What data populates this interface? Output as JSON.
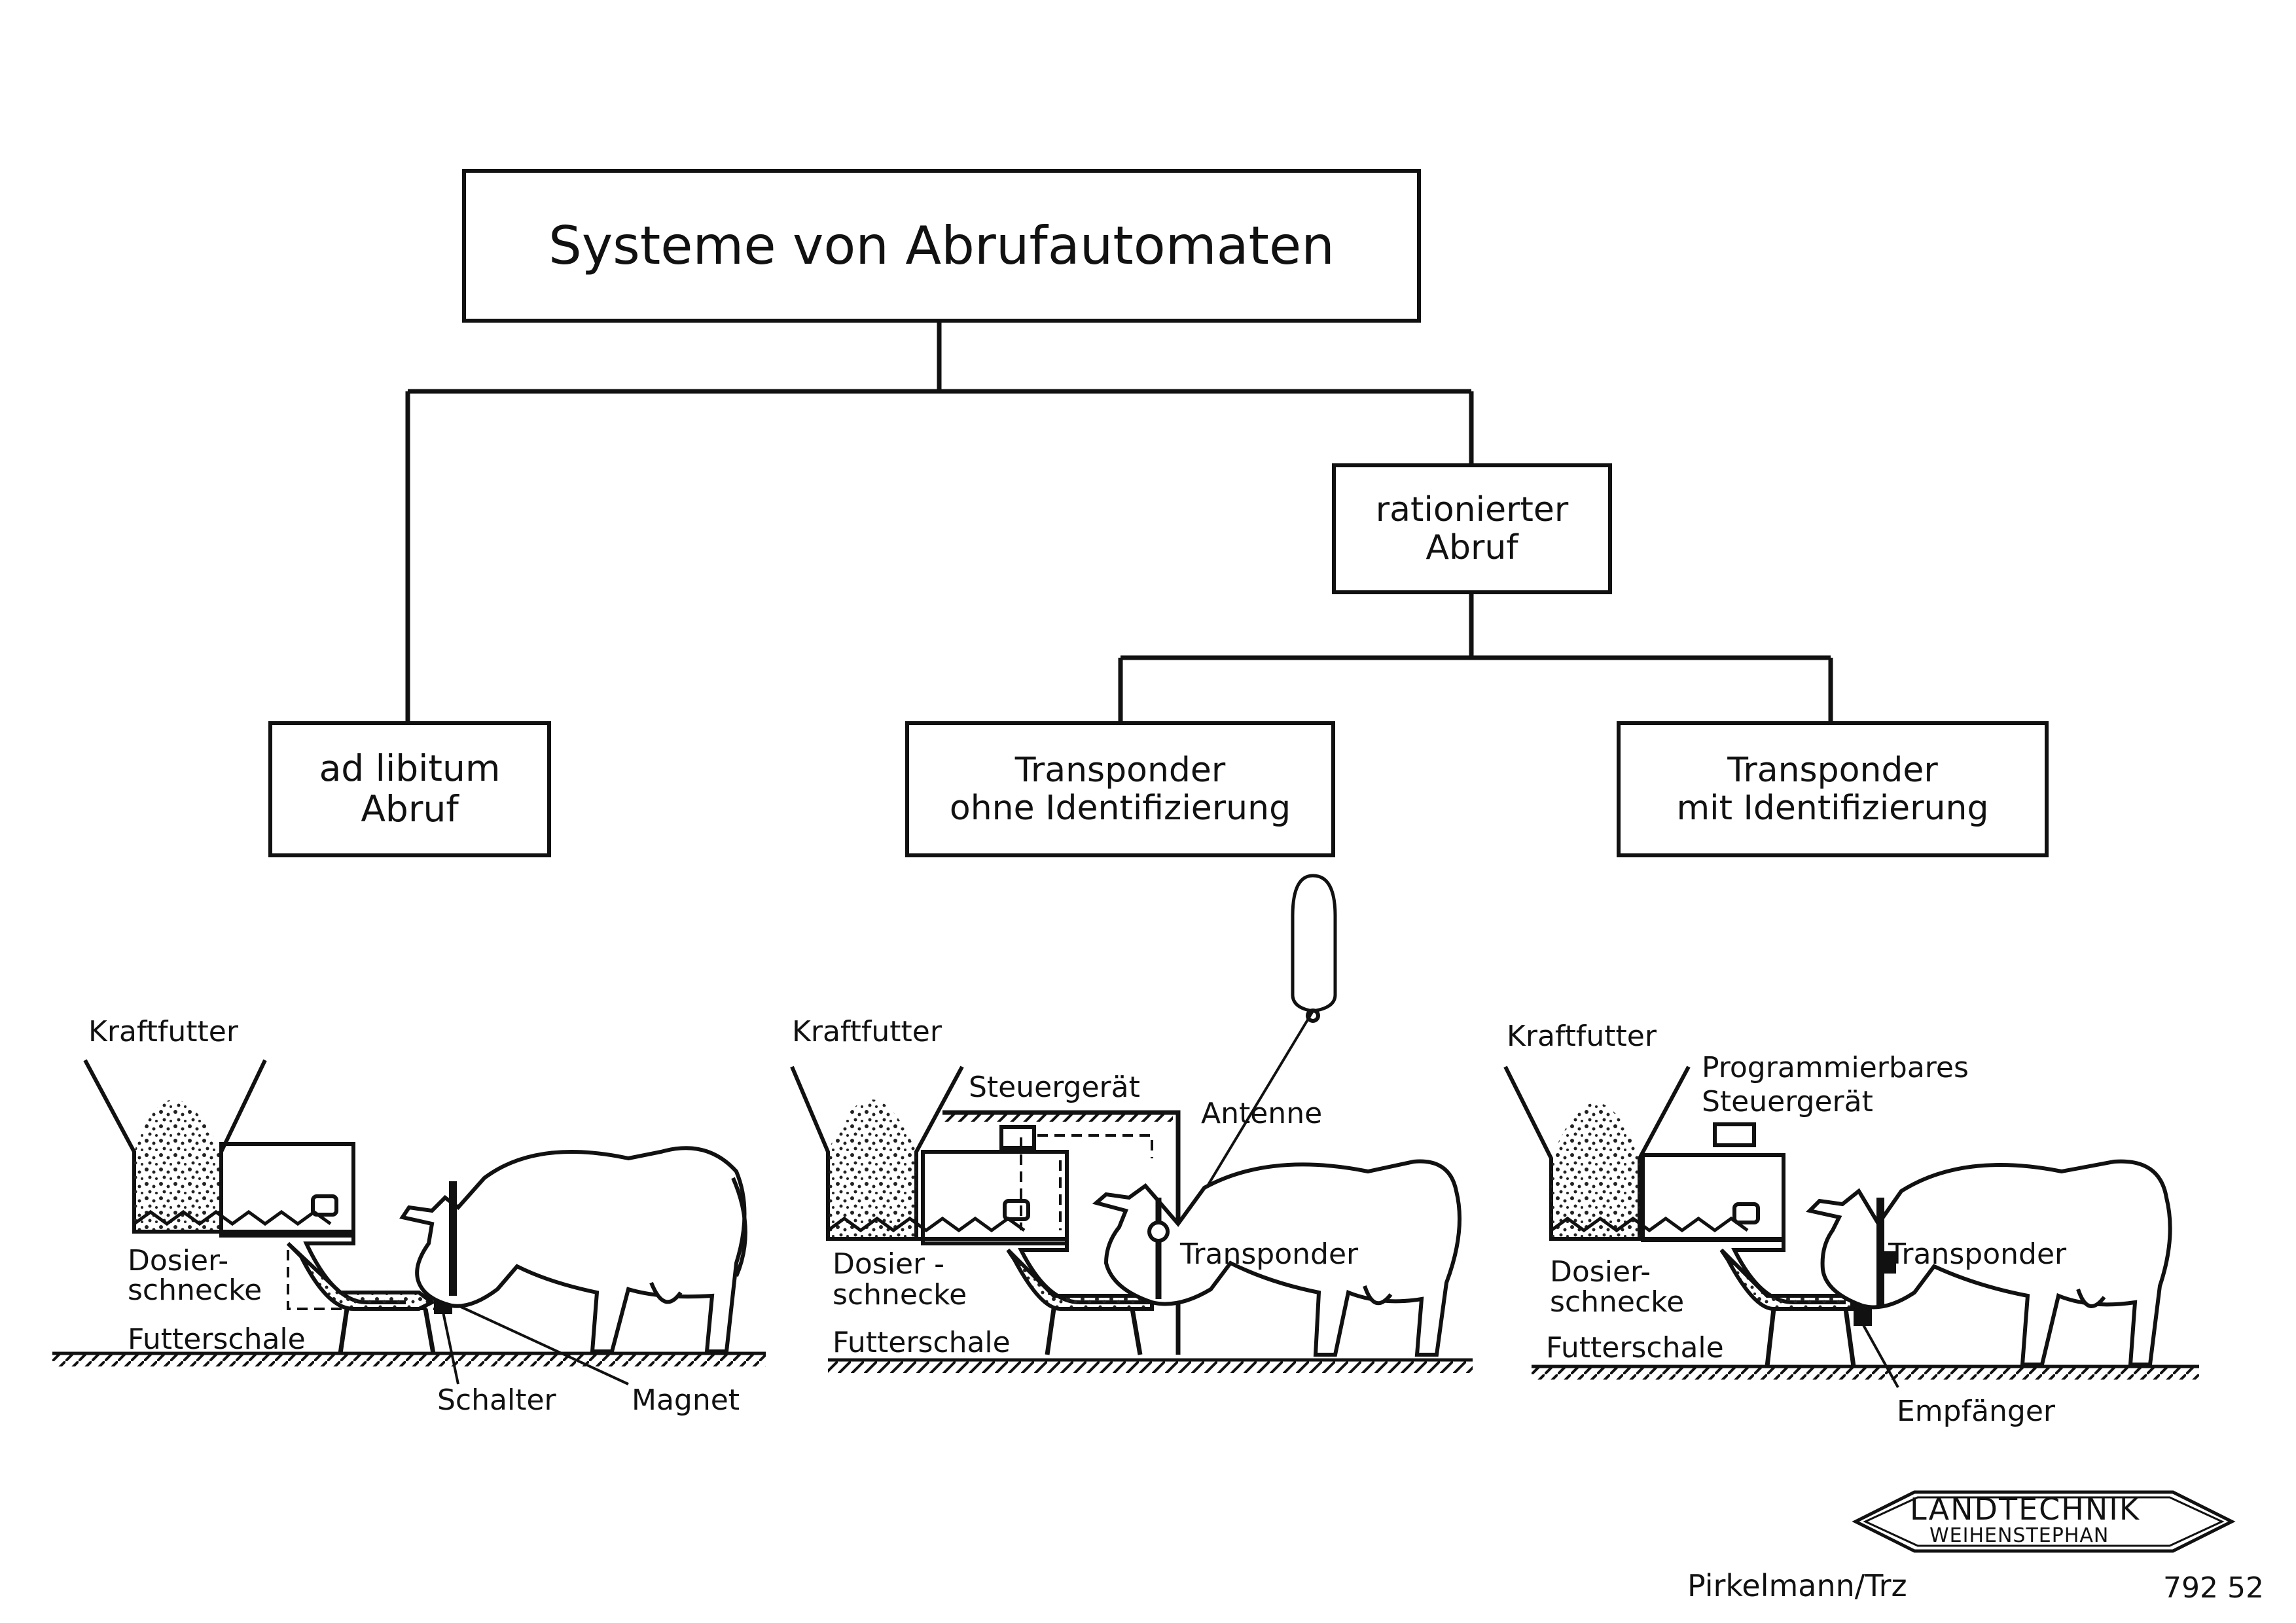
{
  "title": "Systeme von Abrufautomaten",
  "nodes": {
    "rationiert": [
      "rationierter",
      "Abruf"
    ],
    "adlib": [
      "ad libitum",
      "Abruf"
    ],
    "ohne": [
      "Transponder",
      "ohne Identifizierung"
    ],
    "mit": [
      "Transponder",
      "mit Identifizierung"
    ]
  },
  "panels": {
    "left": {
      "kraftfutter": "Kraftfutter",
      "dosier1": "Dosier-",
      "dosier2": "schnecke",
      "futterschale": "Futterschale",
      "schalter": "Schalter",
      "magnet": "Magnet"
    },
    "middle": {
      "kraftfutter": "Kraftfutter",
      "steuergeraet": "Steuergerät",
      "antenne": "Antenne",
      "transponder": "Transponder",
      "dosier1": "Dosier -",
      "dosier2": "schnecke",
      "futterschale": "Futterschale"
    },
    "right": {
      "kraftfutter": "Kraftfutter",
      "prog1": "Programmierbares",
      "prog2": "Steuergerät",
      "transponder": "Transponder",
      "dosier1": "Dosier-",
      "dosier2": "schnecke",
      "futterschale": "Futterschale",
      "empfaenger": "Empfänger"
    }
  },
  "footer": {
    "logo_line1": "LANDTECHNIK",
    "logo_line2": "WEIHENSTEPHAN",
    "author": "Pirkelmann/Trz",
    "number": "792 52"
  }
}
